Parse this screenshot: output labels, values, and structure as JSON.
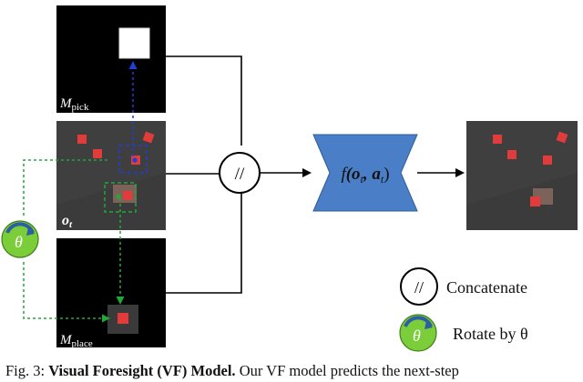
{
  "panels": {
    "m_pick": {
      "label": "M",
      "sub": "pick"
    },
    "o_t": {
      "label": "o",
      "sub": "t"
    },
    "m_place": {
      "label": "M",
      "sub": "place"
    }
  },
  "concat_symbol": "//",
  "model": {
    "func": "f",
    "args": "(o",
    "arg1_sub": "t",
    "comma": ", a",
    "arg2_sub": "t",
    "close": ")"
  },
  "rotate_symbol": "θ",
  "legend": {
    "concat_label": "Concatenate",
    "concat_symbol": "//",
    "rotate_label": "Rotate by θ",
    "rotate_symbol": "θ"
  },
  "caption": {
    "prefix": "Fig. 3: ",
    "title": "Visual Foresight (VF) Model.",
    "text": " Our VF model predicts the next-step"
  },
  "colors": {
    "panel_dark": "#3b3b3b",
    "panel_black": "#000000",
    "block_red": "#e23b3b",
    "pick_blue": "#1e3fd8",
    "place_green": "#22a83a",
    "model_blue": "#4a7fc8",
    "rotate_green": "#7ccd3a"
  }
}
